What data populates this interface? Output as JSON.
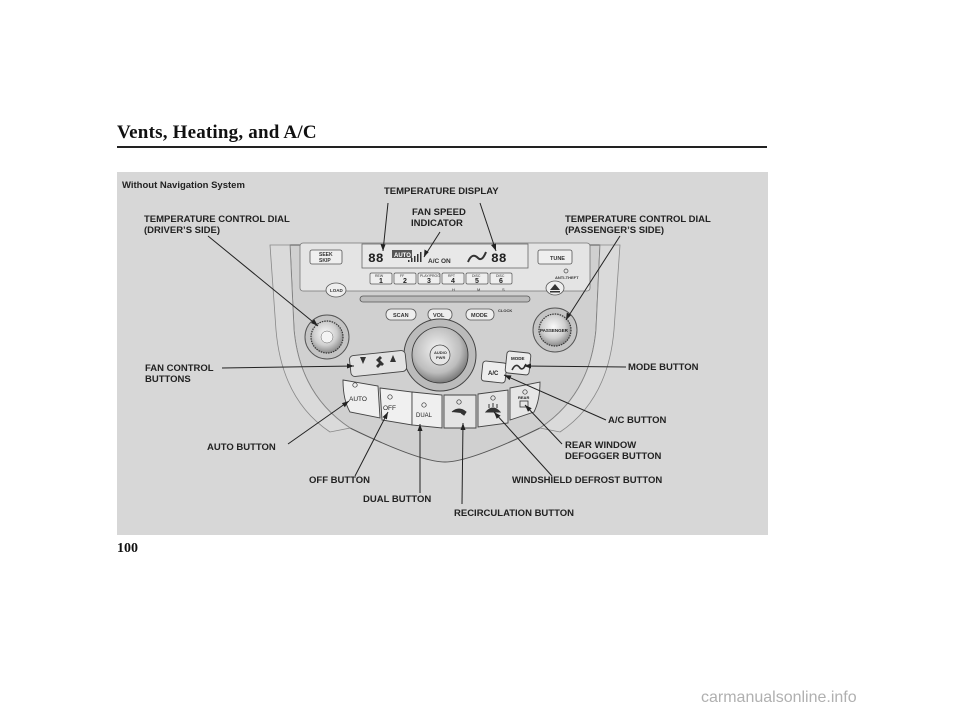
{
  "page": {
    "title": "Vents, Heating, and A/C",
    "page_number": "100",
    "watermark": "carmanualsonline.info"
  },
  "panel": {
    "subtitle": "Without Navigation System"
  },
  "callouts": {
    "temp_display": "TEMPERATURE DISPLAY",
    "fan_speed_1": "FAN SPEED",
    "fan_speed_2": "INDICATOR",
    "temp_driver_1": "TEMPERATURE CONTROL DIAL",
    "temp_driver_2": "(DRIVER’S SIDE)",
    "temp_pass_1": "TEMPERATURE CONTROL DIAL",
    "temp_pass_2": "(PASSENGER’S SIDE)",
    "fan_control_1": "FAN CONTROL",
    "fan_control_2": "BUTTONS",
    "mode_button": "MODE BUTTON",
    "ac_button": "A/C BUTTON",
    "auto_button": "AUTO BUTTON",
    "rear_window_1": "REAR WINDOW",
    "rear_window_2": "DEFOGGER BUTTON",
    "off_button": "OFF BUTTON",
    "windshield": "WINDSHIELD DEFROST BUTTON",
    "dual_button": "DUAL BUTTON",
    "recirc_button": "RECIRCULATION BUTTON"
  },
  "panel_labels": {
    "display_left": "88",
    "display_right": "88",
    "display_auto": "AUTO",
    "display_ac_on": "A/C ON",
    "seek_1": "SEEK",
    "seek_2": "SKIP",
    "tune": "TUNE",
    "anti_theft": "ANTI-THEFT",
    "load": "LOAD",
    "preset_1": "1",
    "preset_2": "2",
    "preset_3": "3",
    "preset_4": "4",
    "preset_5": "5",
    "preset_6": "6",
    "preset_1_tag": "REW",
    "preset_2_tag": "FF",
    "preset_3_tag": "PLAY/PROG",
    "preset_4_tag": "RPT",
    "preset_5_tag": "DISC",
    "preset_6_tag": "DISC",
    "band_h": "H",
    "band_m": "M",
    "band_s": "S",
    "scan": "SCAN",
    "vol": "VOL",
    "mode": "MODE",
    "clock": "CLOCK",
    "audio_1": "AUDIO",
    "audio_2": "PWR",
    "passenger": "PASSENGER",
    "ac": "A/C",
    "mode_btn": "MODE",
    "auto": "AUTO",
    "off": "OFF",
    "dual": "DUAL",
    "rear": "REAR"
  },
  "colors": {
    "panel_bg": "#d7d7d7",
    "ink": "#222222",
    "console": "#cfcfcf",
    "button": "#eeeeee"
  }
}
